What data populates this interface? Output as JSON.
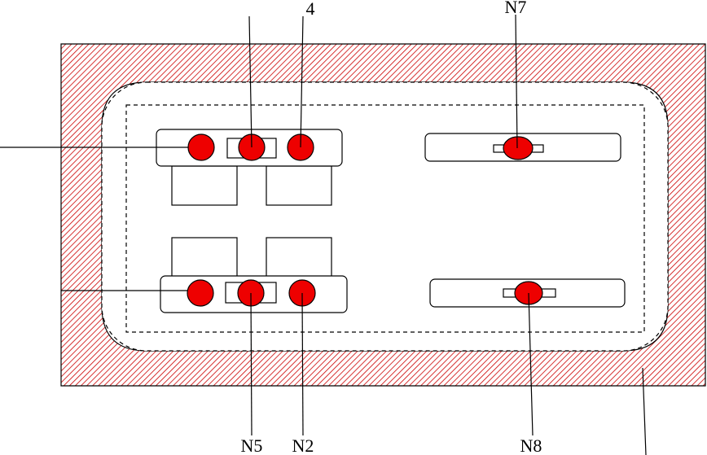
{
  "colors": {
    "hatch": "#cc0000",
    "contact_fill": "#ee0000",
    "outline": "#000000",
    "background": "#ffffff"
  },
  "labels": {
    "top_4": "4",
    "top_n7": "N7",
    "bottom_n5": "N5",
    "bottom_n2": "N2",
    "bottom_n8": "N8"
  }
}
